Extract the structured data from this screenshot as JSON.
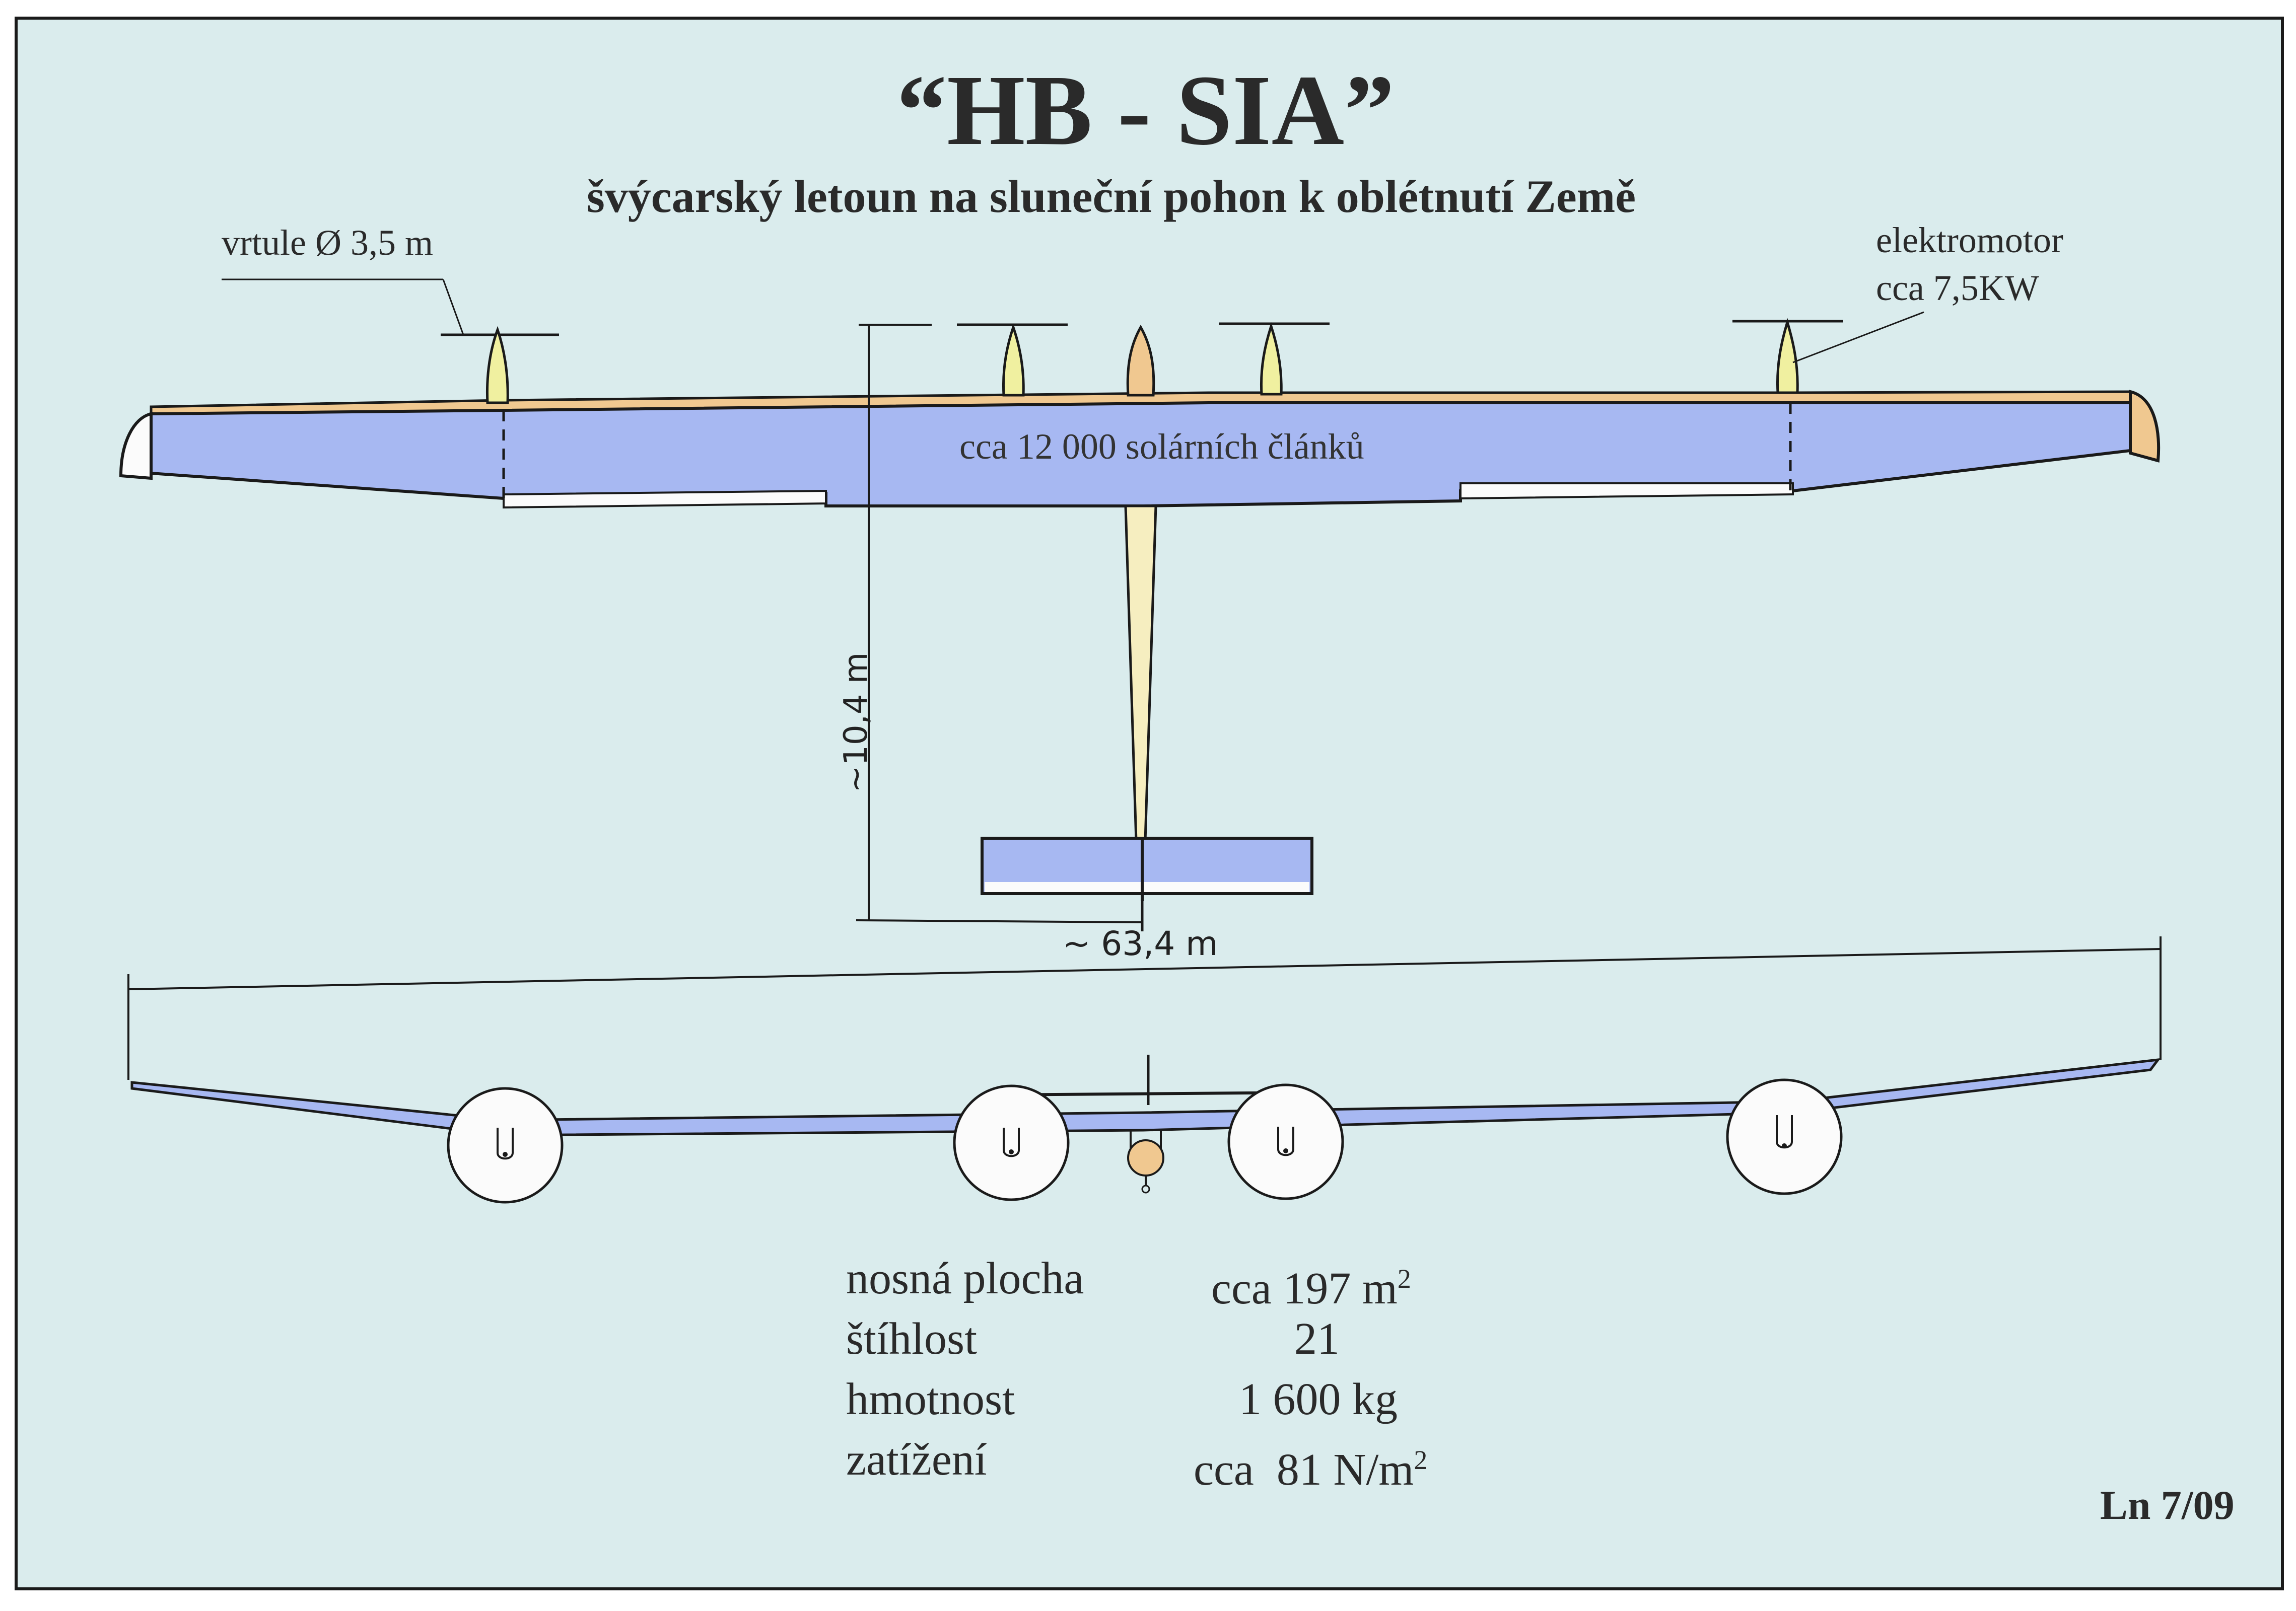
{
  "header": {
    "title": "“HB - SIA”",
    "subtitle": "švýcarský letoun na sluneční pohon k oblétnutí Země"
  },
  "callouts": {
    "propeller": "vrtule Ø 3,5 m",
    "motor_line1": "elektromotor",
    "motor_line2": "cca 7,5KW",
    "solar_cells": "cca 12 000 solárních článků"
  },
  "dimensions": {
    "length": "~10,4 m",
    "span": "~ 63,4 m"
  },
  "specs": [
    {
      "label": "nosná plocha",
      "value": "cca 197 m",
      "sup": "2"
    },
    {
      "label": "štíhlost",
      "value": "21",
      "sup": ""
    },
    {
      "label": "hmotnost",
      "value": "1 600 kg",
      "sup": ""
    },
    {
      "label": "zatížení",
      "value": "cca  81 N/m",
      "sup": "2"
    }
  ],
  "signature": "Ln 7/09",
  "colors": {
    "background": "#daeced",
    "solar": "#a7b8f2",
    "propeller": "#f0f0a0",
    "leading_edge": "#f0c890",
    "fuselage": "#f6eec0",
    "outline": "#1a1a1a"
  }
}
